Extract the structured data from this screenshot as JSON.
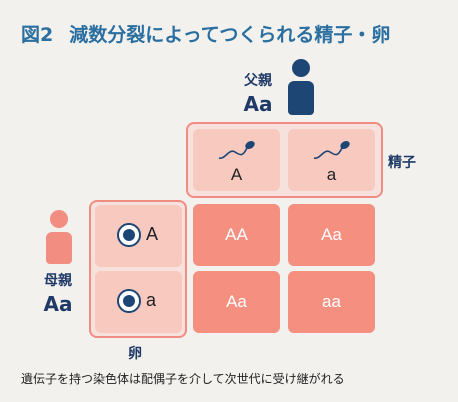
{
  "title": {
    "number": "図2",
    "text": "減数分裂によってつくられる精子・卵"
  },
  "father": {
    "label": "父親",
    "genotype": "Aa"
  },
  "mother": {
    "label": "母親",
    "genotype": "Aa"
  },
  "sperm": {
    "label": "精子",
    "alleles": [
      "A",
      "a"
    ]
  },
  "egg": {
    "label": "卵",
    "alleles": [
      "A",
      "a"
    ]
  },
  "offspring": [
    [
      "AA",
      "Aa"
    ],
    [
      "Aa",
      "aa"
    ]
  ],
  "caption": "遺伝子を持つ染色体は配偶子を介して次世代に受け継がれる",
  "colors": {
    "title": "#2a6fa0",
    "dark_blue": "#1e4675",
    "gamete_cell": "#f7c9bf",
    "offspring_cell": "#f58f80",
    "frame": "#f08c82",
    "mother_icon": "#f28d82"
  }
}
